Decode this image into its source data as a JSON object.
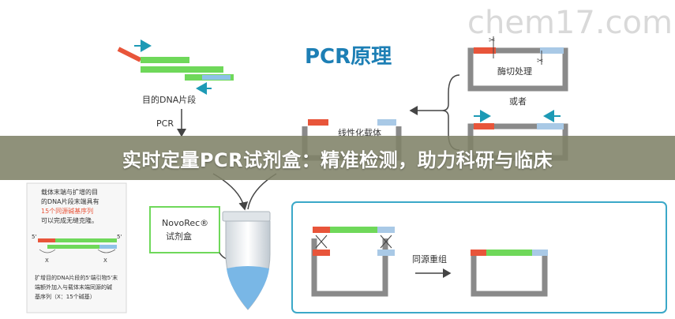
{
  "watermark": "chem17.com",
  "diagram": {
    "title": "PCR原理",
    "target_fragment_label": "目的DNA片段",
    "pcr_label": "PCR",
    "enzyme_label": "酶切处理",
    "or_label": "或者",
    "linear_vector_label": "线性化载体",
    "kit_label_line1": "NovoRec®",
    "kit_label_line2": "试剂盒",
    "recombination_label": "同源重组",
    "note_top": [
      "载体末端与扩增的目",
      "的DNA片段末端具有",
      "15个同源碱基序列",
      "可以完成无缝克隆。"
    ],
    "note_bottom": [
      "扩增目的DNA片段的5'端引物5'末",
      "端额外加入与载体末端同源的碱",
      "基序列（X：15个碱基）"
    ],
    "note_mark_left": "X",
    "note_mark_right": "X",
    "note_prime_left": "5'",
    "note_prime_right": "5'"
  },
  "banner": {
    "text": "实时定量PCR试剂盒：精准检测，助力科研与临床"
  },
  "colors": {
    "red": "#e8553a",
    "green": "#6fd85a",
    "blue": "#a9c9e6",
    "teal": "#1d9ab5",
    "gray": "#8a8a8a",
    "tube_blue": "#79b7e6"
  }
}
